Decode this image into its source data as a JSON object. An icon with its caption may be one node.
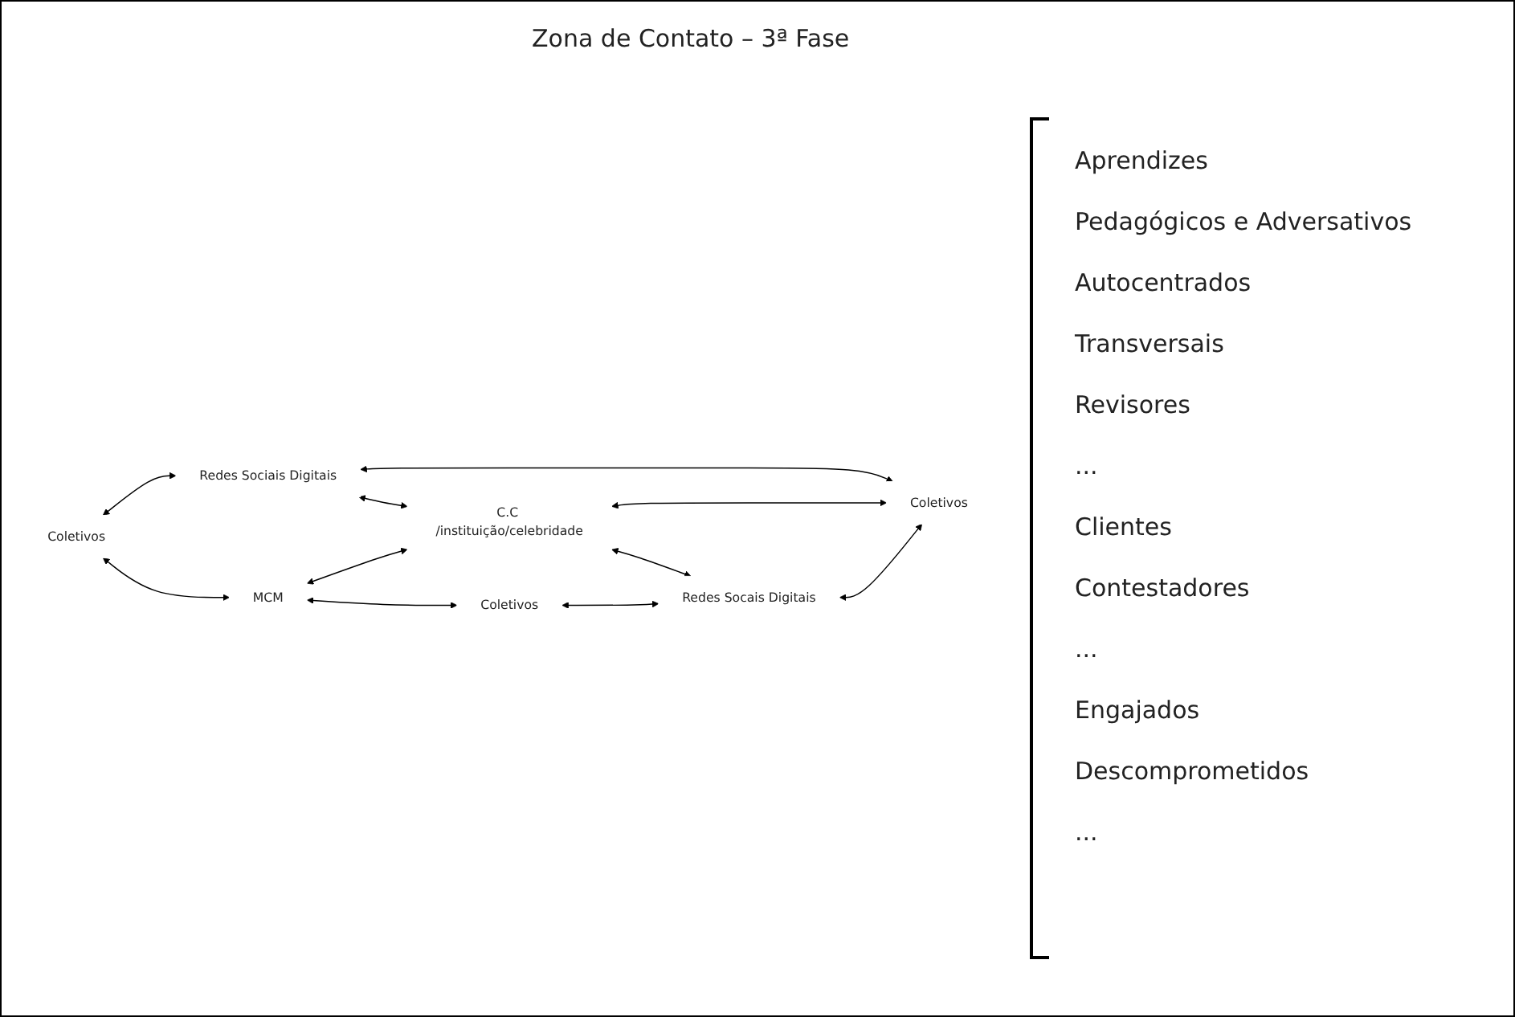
{
  "diagram": {
    "title": "Zona de Contato – 3ª Fase",
    "nodes": [
      {
        "text": [
          "Redes Sociais Digitais"
        ]
      },
      {
        "text": [
          "Coletivos"
        ]
      },
      {
        "text": [
          "MCM"
        ]
      },
      {
        "text": [
          "C.C /instituição/celebridade"
        ]
      },
      {
        "text": [
          "Coletivos"
        ]
      },
      {
        "text": [
          "Coletivos"
        ]
      },
      {
        "text": [
          "Redes Socais Digitais"
        ]
      }
    ],
    "edges": [
      {
        "from": 1,
        "to": 0,
        "arrow": "both"
      },
      {
        "from": 1,
        "to": 2,
        "arrow": "both"
      },
      {
        "from": 0,
        "to": 3,
        "arrow": "both"
      },
      {
        "from": 0,
        "to": 4,
        "arrow": "both"
      },
      {
        "from": 2,
        "to": 3,
        "arrow": "both"
      },
      {
        "from": 3,
        "to": 4,
        "arrow": "both"
      },
      {
        "from": 2,
        "to": 5,
        "arrow": "both"
      },
      {
        "from": 3,
        "to": 6,
        "arrow": "both"
      },
      {
        "from": 6,
        "to": 4,
        "arrow": "both"
      },
      {
        "from": 5,
        "to": 6,
        "arrow": "both"
      }
    ],
    "labels": [
      "Aprendizes",
      "Pedagógicos e Adversativos",
      "Autocentrados",
      "Transversais",
      "Revisores",
      "...",
      "Clientes",
      "Contestadores",
      "...",
      "Engajados",
      "Descomprometidos",
      "..."
    ]
  }
}
